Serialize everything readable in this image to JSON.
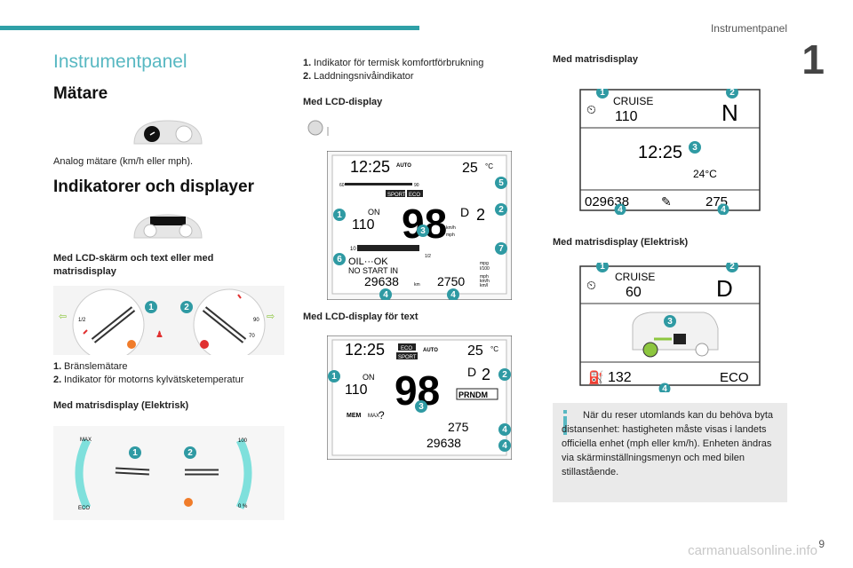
{
  "header": {
    "section": "Instrumentpanel",
    "chapter": "1",
    "page_number": "9",
    "watermark": "carmanualsonline.info"
  },
  "title": "Instrumentpanel",
  "gauges": {
    "heading": "Mätare",
    "analog_caption": "Analog mätare (km/h eller mph)."
  },
  "indicators": {
    "heading": "Indikatorer och displayer",
    "lcd_text_or_matrix": "Med LCD-skärm och text eller med matrisdisplay",
    "items": [
      {
        "num": "1.",
        "text": "Bränslemätare"
      },
      {
        "num": "2.",
        "text": "Indikator för motorns kylvätsketemperatur"
      }
    ],
    "matrix_electric_left": "Med matrisdisplay (Elektrisk)",
    "gauge_labels": {
      "half": "1/2",
      "ninety": "90",
      "seventy": "70",
      "max": "MAX",
      "eco": "ECO",
      "hundred": "100",
      "zero_pct": "0 %"
    }
  },
  "middle": {
    "items": [
      {
        "num": "1.",
        "text": "Indikator för termisk komfortförbrukning"
      },
      {
        "num": "2.",
        "text": "Laddningsnivåindikator"
      }
    ],
    "lcd_display": "Med LCD-display",
    "lcd_text_display": "Med LCD-display för text",
    "lcd1": {
      "time": "12:25",
      "auto": "AUTO",
      "temp": "25",
      "unit": "°C",
      "sport": "SPORT",
      "eco": "ECO",
      "on": "ON",
      "speed_small": "110",
      "speed": "98",
      "speed_unit": "km/h",
      "mph": "mph",
      "gear": "D",
      "gear_num": "2",
      "oil": "OIL···OK",
      "nostart": "NO START IN",
      "odo": "29638",
      "trip": "2750",
      "km": "km",
      "half": "1/2",
      "ten": "10",
      "sixty": "60",
      "ninety": "90",
      "mpg": "mpg",
      "l100": "l/100",
      "mph2": "mph",
      "kmh2": "km/h",
      "kml": "km/l"
    },
    "lcd2": {
      "time": "12:25",
      "auto": "AUTO",
      "temp": "25",
      "unit": "°C",
      "eco": "ECO",
      "sport": "SPORT",
      "on": "ON",
      "speed_small": "110",
      "speed": "98",
      "gear": "D",
      "gear_num": "2",
      "prndm": "PRNDM",
      "mem": "MEM",
      "max": "MAX",
      "q": "?",
      "trip": "275",
      "odo": "29638"
    }
  },
  "right": {
    "matrix_display": "Med matrisdisplay",
    "matrix_electric": "Med matrisdisplay (Elektrisk)",
    "m1": {
      "cruise": "CRUISE",
      "speed": "110",
      "gear": "N",
      "time": "12:25",
      "temp": "24°C",
      "odo": "029638",
      "range": "275"
    },
    "m2": {
      "cruise": "CRUISE",
      "speed": "60",
      "gear": "D",
      "range": "132",
      "mode": "ECO"
    },
    "info": "När du reser utomlands kan du behöva byta distansenhet: hastigheten måste visas i landets officiella enhet (mph eller km/h). Enheten ändras via skärminställningsmenyn och med bilen stillastående."
  },
  "colors": {
    "accent": "#2fa0a7",
    "title": "#58b8c2",
    "badge": "#2f9aa3",
    "red": "#e03030",
    "orange": "#f07c2a",
    "green": "#8dc63f",
    "teal_gauge": "#7fe0dc"
  }
}
